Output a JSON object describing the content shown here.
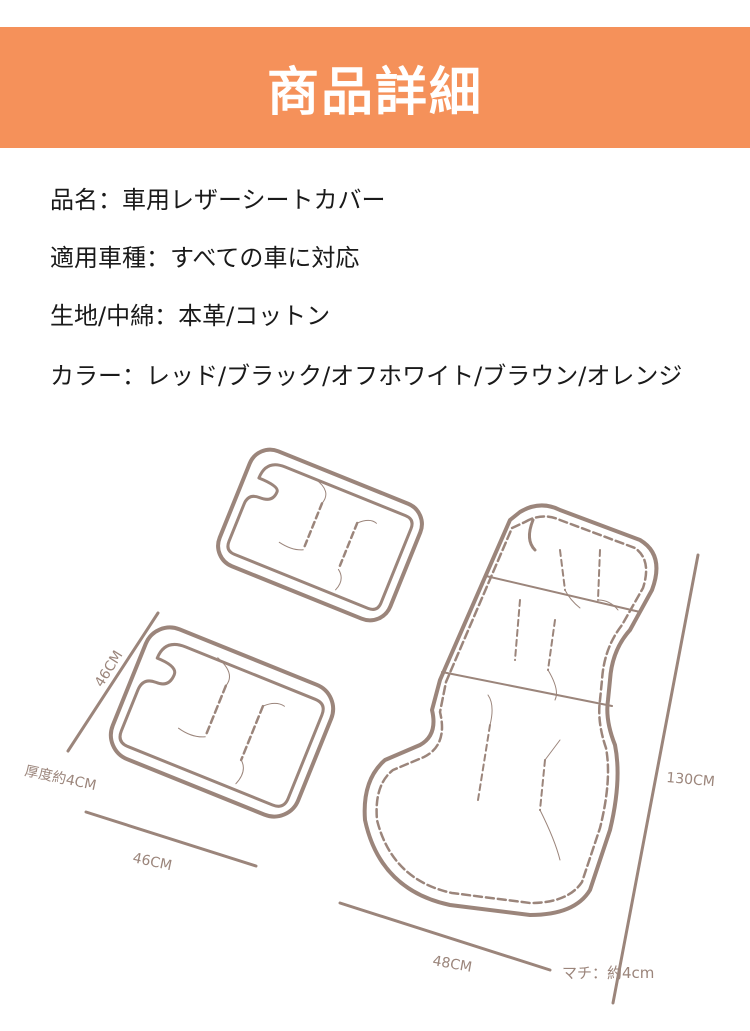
{
  "header": {
    "title": "商品詳細"
  },
  "specs": [
    {
      "label": "品名",
      "value": "車用レザーシートカバー"
    },
    {
      "label": "適用車種",
      "value": "すべての車に対応"
    },
    {
      "label": "生地/中綿",
      "value": "本革/コットン"
    },
    {
      "label": "カラー",
      "value": "レッド/ブラック/オフホワイト/ブラウン/オレンジ"
    }
  ],
  "separator": "：",
  "dimensions": {
    "small_height": "46CM",
    "small_thickness": "厚度約4CM",
    "small_width": "46CM",
    "large_length": "130CM",
    "large_width": "48CM",
    "large_gusset": "マチ：約4cm"
  },
  "colors": {
    "banner": "#F5915A",
    "line": "#9b857b"
  }
}
